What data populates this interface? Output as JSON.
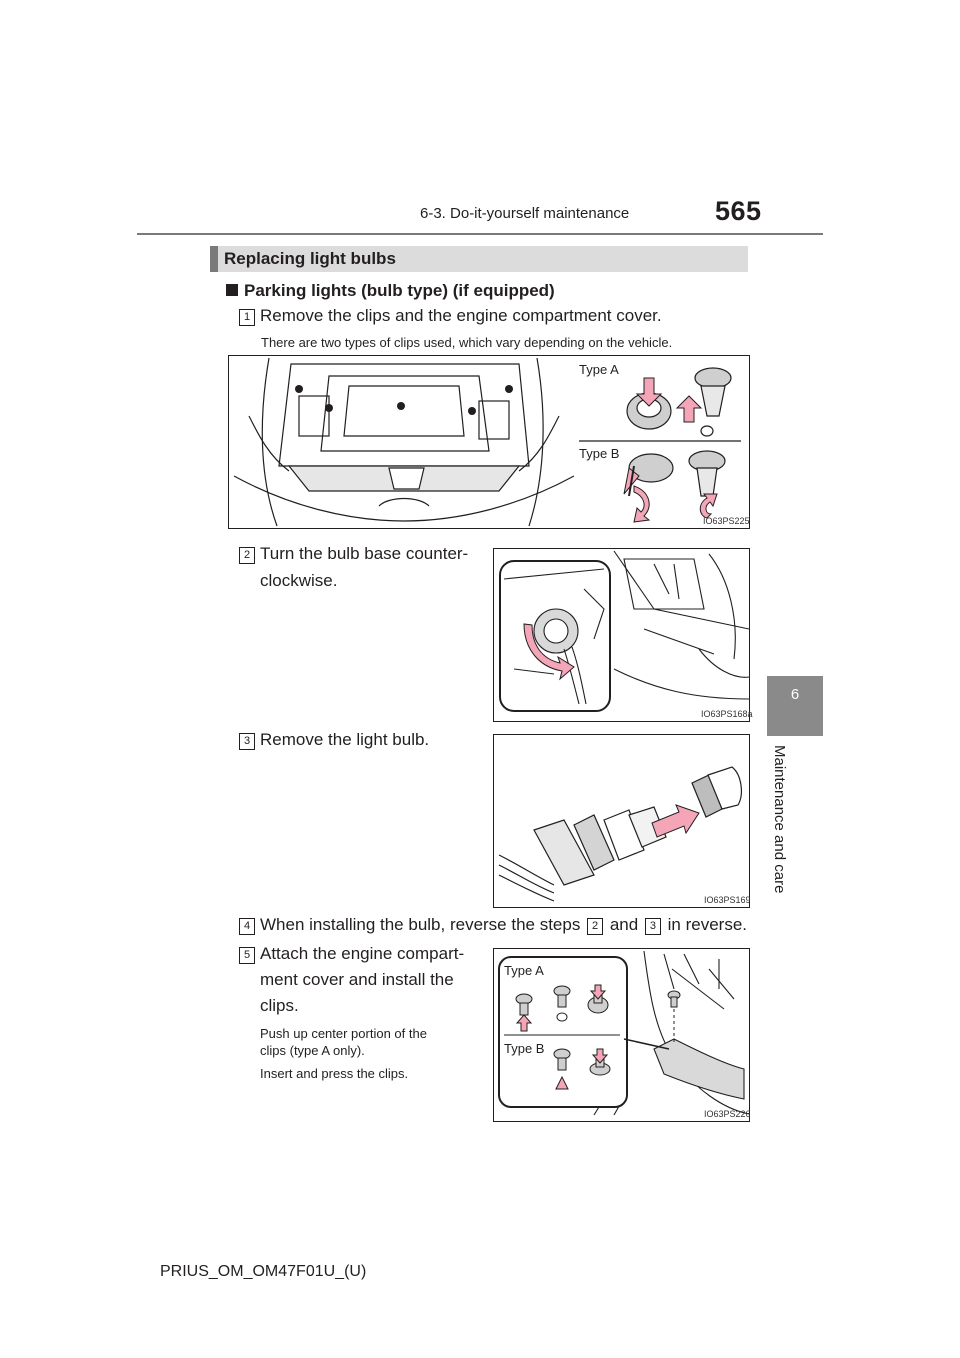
{
  "header": {
    "section": "6-3. Do-it-yourself maintenance",
    "page_number": "565"
  },
  "side_tab": {
    "number": "6",
    "label": "Maintenance and care"
  },
  "section": {
    "title": "Replacing light bulbs"
  },
  "subheading": "Parking lights (bulb type) (if equipped)",
  "steps": [
    {
      "num": "1",
      "text": "Remove the clips and the engine compartment cover.",
      "note": "There are two types of clips used, which vary depending on the vehicle."
    },
    {
      "num": "2",
      "text_line1": "Turn the bulb base counter-",
      "text_line2": "clockwise."
    },
    {
      "num": "3",
      "text": "Remove the light bulb."
    },
    {
      "num": "4",
      "text_part1": "When installing the bulb, reverse the steps",
      "ref1": "2",
      "text_part2": "and",
      "ref2": "3",
      "text_part3": "in reverse."
    },
    {
      "num": "5",
      "text_line1": "Attach the engine compart-",
      "text_line2": "ment cover and install the",
      "text_line3": "clips.",
      "note1_line1": "Push up center portion of the",
      "note1_line2": "clips (type A only).",
      "note2": "Insert and press the clips."
    }
  ],
  "figures": {
    "fig1": {
      "code": "IO63PS225",
      "label_a": "Type A",
      "label_b": "Type B"
    },
    "fig2": {
      "code": "IO63PS168a"
    },
    "fig3": {
      "code": "IO63PS169"
    },
    "fig4": {
      "code": "IO63PS226",
      "label_a": "Type A",
      "label_b": "Type B"
    }
  },
  "colors": {
    "arrow_pink": "#f4a6b8",
    "tab_gray": "#8a8a8a",
    "bar_gray": "#dcdcdc"
  },
  "footer": "PRIUS_OM_OM47F01U_(U)"
}
